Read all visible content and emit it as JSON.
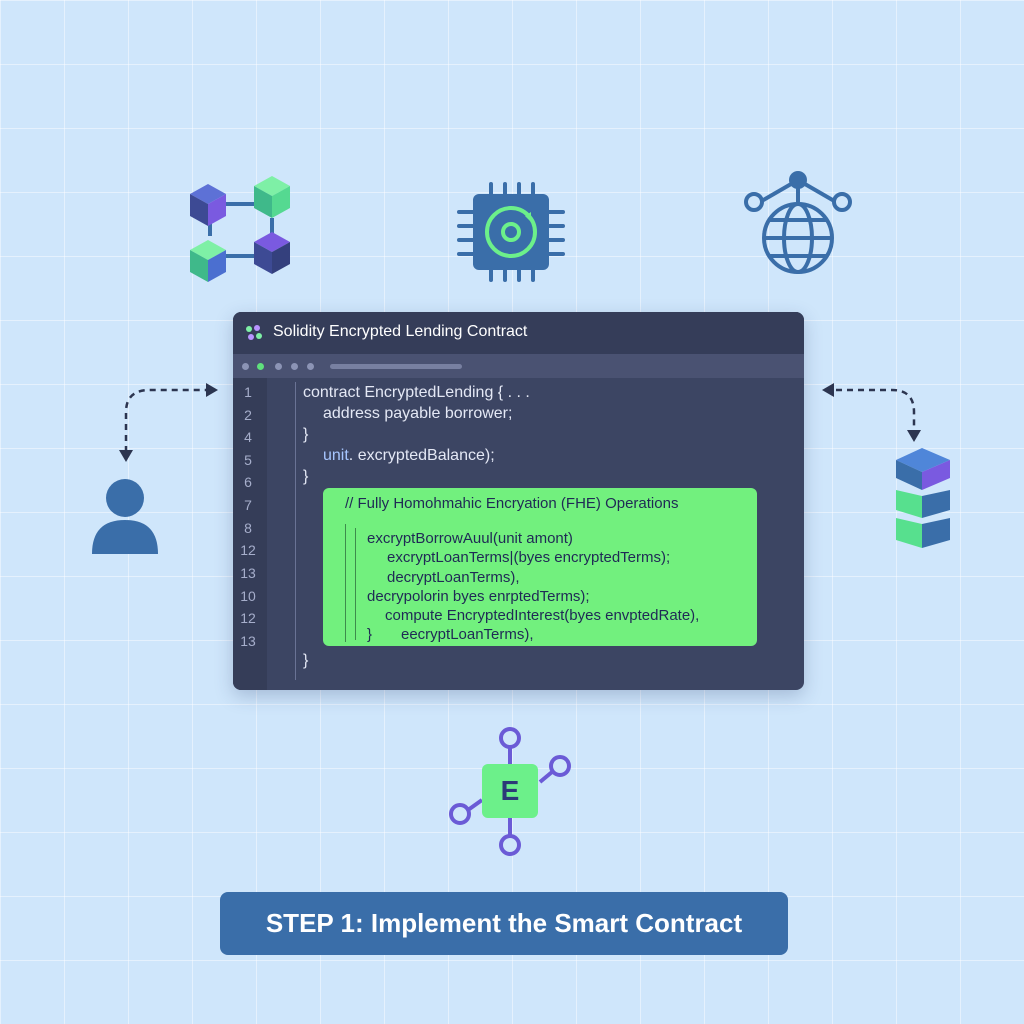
{
  "editor": {
    "title": "Solidity Encrypted Lending Contract",
    "line_numbers": [
      "1",
      "2",
      "4",
      "5",
      "6",
      "7",
      "8",
      "12",
      "13",
      "10",
      "12",
      "13"
    ],
    "code_lines": [
      {
        "prefix": "",
        "text": "contract EncryptedLending { . . ."
      },
      {
        "prefix": "",
        "text": "address payable borrower;"
      },
      {
        "prefix": "",
        "text": "}"
      },
      {
        "prefix": "unit",
        "text": ". excryptedBalance);"
      },
      {
        "prefix": "",
        "text": "}"
      },
      {
        "prefix": "",
        "text": "}"
      }
    ],
    "fhe_block": {
      "comment": "// Fully Homohmahic Encryation (FHE) Operations",
      "lines": [
        "excryptBorrowAuul(unit amont)",
        "excryptLoanTerms|(byes encryptedTerms);",
        "decryptLoanTerms),",
        "decrypolorin byes enrptedTerms);",
        "compute EncryptedInterest(byes envptedRate),",
        "}",
        "eecryptLoanTerms),"
      ]
    }
  },
  "center_badge": {
    "letter": "E"
  },
  "step": {
    "label": "STEP 1: Implement the Smart Contract"
  },
  "colors": {
    "background": "#cfe6fb",
    "editor_bg": "#3c4563",
    "fhe_green": "#72f07e",
    "banner_blue": "#3a6ea9",
    "icon_blue": "#3a6ea9",
    "cube_green": "#52d98a",
    "cube_purple": "#6f57d9"
  },
  "icons": [
    "blockchain-cubes-icon",
    "processor-chip-icon",
    "network-globe-icon",
    "user-icon",
    "database-stack-icon",
    "node-network-icon"
  ]
}
